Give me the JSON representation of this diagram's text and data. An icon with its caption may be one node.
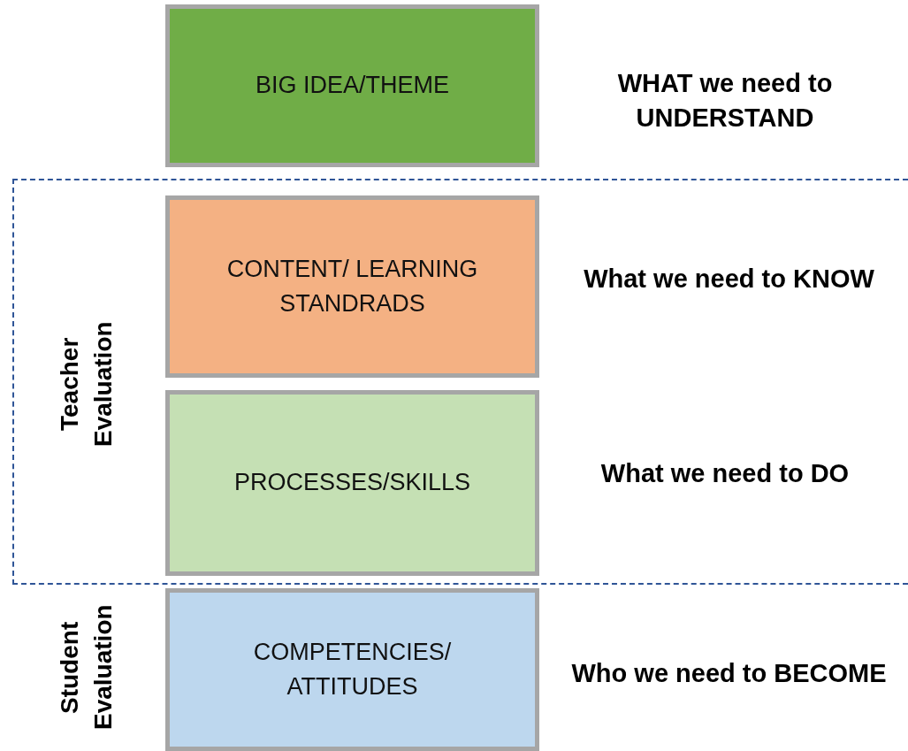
{
  "diagram": {
    "nodes": [
      {
        "text": [
          "BIG IDEA/THEME"
        ],
        "beside": [
          "WHAT we need to UNDERSTAND"
        ]
      },
      {
        "text": [
          "Teacher Evaluation"
        ]
      },
      {
        "text": [
          "CONTENT/ LEARNING STANDRADS"
        ],
        "in": 1,
        "beside": [
          "What we need to KNOW"
        ]
      },
      {
        "text": [
          "PROCESSES/SKILLS"
        ],
        "in": 1,
        "beside": [
          "What we need to DO"
        ]
      },
      {
        "text": [
          "COMPETENCIES/ ATTITUDES"
        ],
        "beside": [
          "Who we need to BECOME"
        ]
      }
    ],
    "edges": [],
    "labels": [
      "Student Evaluation"
    ]
  }
}
